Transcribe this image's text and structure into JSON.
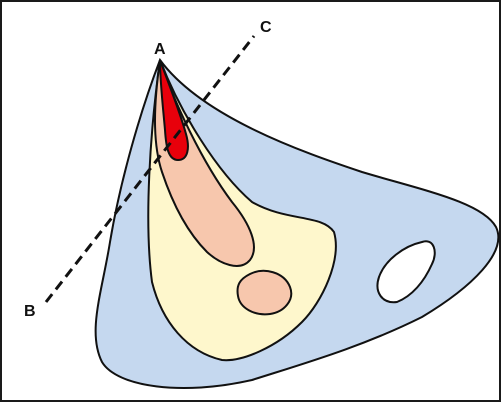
{
  "labels": {
    "a": "A",
    "b": "B",
    "c": "C"
  },
  "colors": {
    "outer_region": "#c5d8ef",
    "middle_region": "#fef7cc",
    "inner_region": "#f7c7ad",
    "core_region": "#e8000b",
    "hole": "#ffffff",
    "outline": "#111111",
    "section_line": "#111111"
  }
}
